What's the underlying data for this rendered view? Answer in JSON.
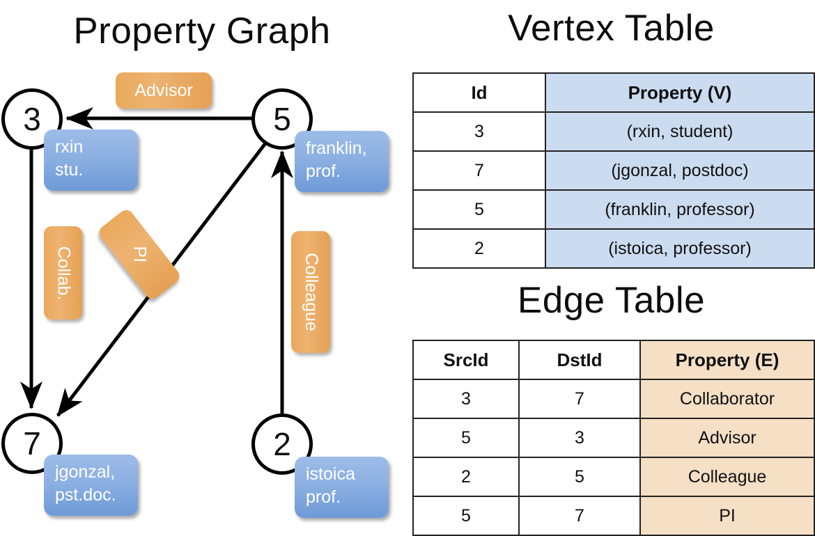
{
  "titles": {
    "property_graph": "Property Graph",
    "vertex_table": "Vertex Table",
    "edge_table": "Edge Table"
  },
  "graph": {
    "nodes": [
      {
        "id": "3",
        "property_label": "rxin\nstu.",
        "line1": "rxin",
        "line2": "stu."
      },
      {
        "id": "5",
        "property_label": "franklin,\nprof.",
        "line1": "franklin,",
        "line2": "prof."
      },
      {
        "id": "7",
        "property_label": "jgonzal,\npst.doc.",
        "line1": "jgonzal,",
        "line2": "pst.doc."
      },
      {
        "id": "2",
        "property_label": "istoica\nprof.",
        "line1": "istoica",
        "line2": "prof."
      }
    ],
    "edge_labels": [
      {
        "name": "advisor",
        "text": "Advisor",
        "src": "5",
        "dst": "3"
      },
      {
        "name": "collab",
        "text": "Collab.",
        "src": "3",
        "dst": "7"
      },
      {
        "name": "pi",
        "text": "PI",
        "src": "5",
        "dst": "7"
      },
      {
        "name": "colleague",
        "text": "Colleague",
        "src": "2",
        "dst": "5"
      }
    ]
  },
  "vertex_table": {
    "columns": [
      "Id",
      "Property (V)"
    ],
    "rows": [
      {
        "id": "3",
        "property": "(rxin, student)"
      },
      {
        "id": "7",
        "property": "(jgonzal, postdoc)"
      },
      {
        "id": "5",
        "property": "(franklin, professor)"
      },
      {
        "id": "2",
        "property": "(istoica, professor)"
      }
    ]
  },
  "edge_table": {
    "columns": [
      "SrcId",
      "DstId",
      "Property (E)"
    ],
    "rows": [
      {
        "src": "3",
        "dst": "7",
        "property": "Collaborator"
      },
      {
        "src": "5",
        "dst": "3",
        "property": "Advisor"
      },
      {
        "src": "2",
        "dst": "5",
        "property": "Colleague"
      },
      {
        "src": "5",
        "dst": "7",
        "property": "PI"
      }
    ]
  },
  "colors": {
    "vertex_property_fill": "#ccdcf0",
    "edge_property_fill": "#f5dfc5",
    "vertex_box": "#8cb0e2",
    "edge_box": "#eaa95c",
    "stroke": "#000000",
    "background": "#ffffff"
  }
}
